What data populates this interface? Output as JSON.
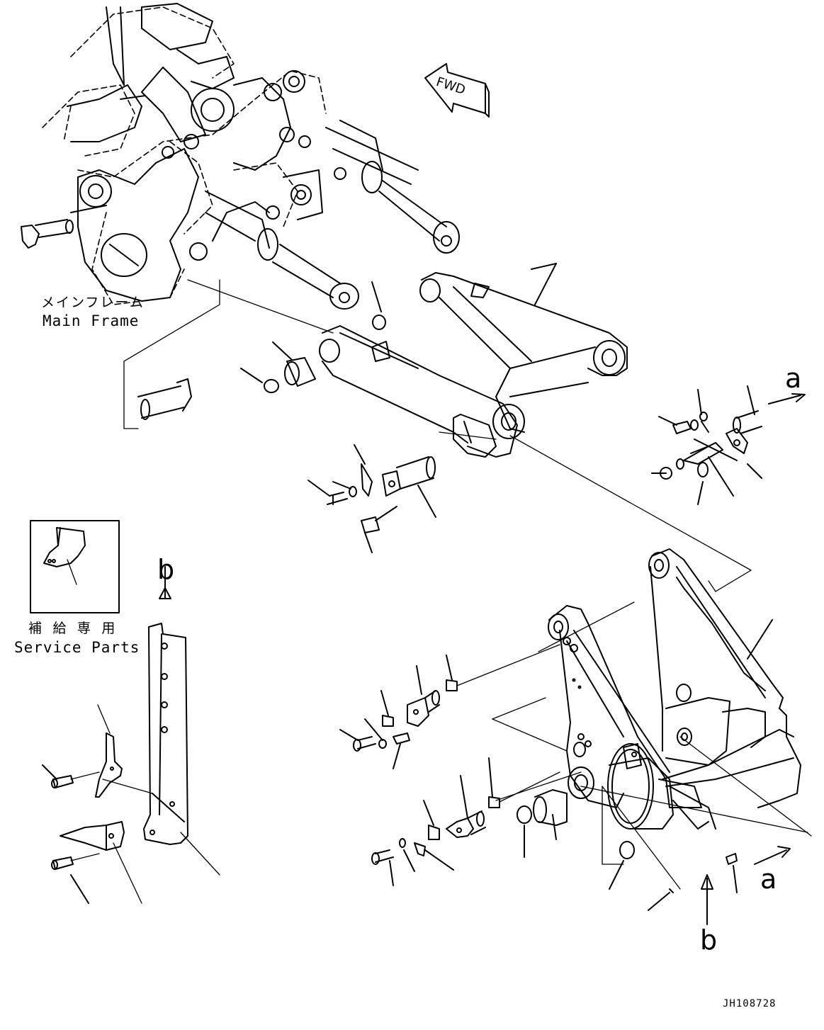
{
  "labels": {
    "main_frame_jp": "メインフレーム",
    "main_frame_en": "Main Frame",
    "service_parts_jp": "補 給 専 用",
    "service_parts_en": "Service Parts",
    "fwd": "FWD",
    "ref_a": "a",
    "ref_b": "b",
    "drawing_code": "JH108728"
  }
}
